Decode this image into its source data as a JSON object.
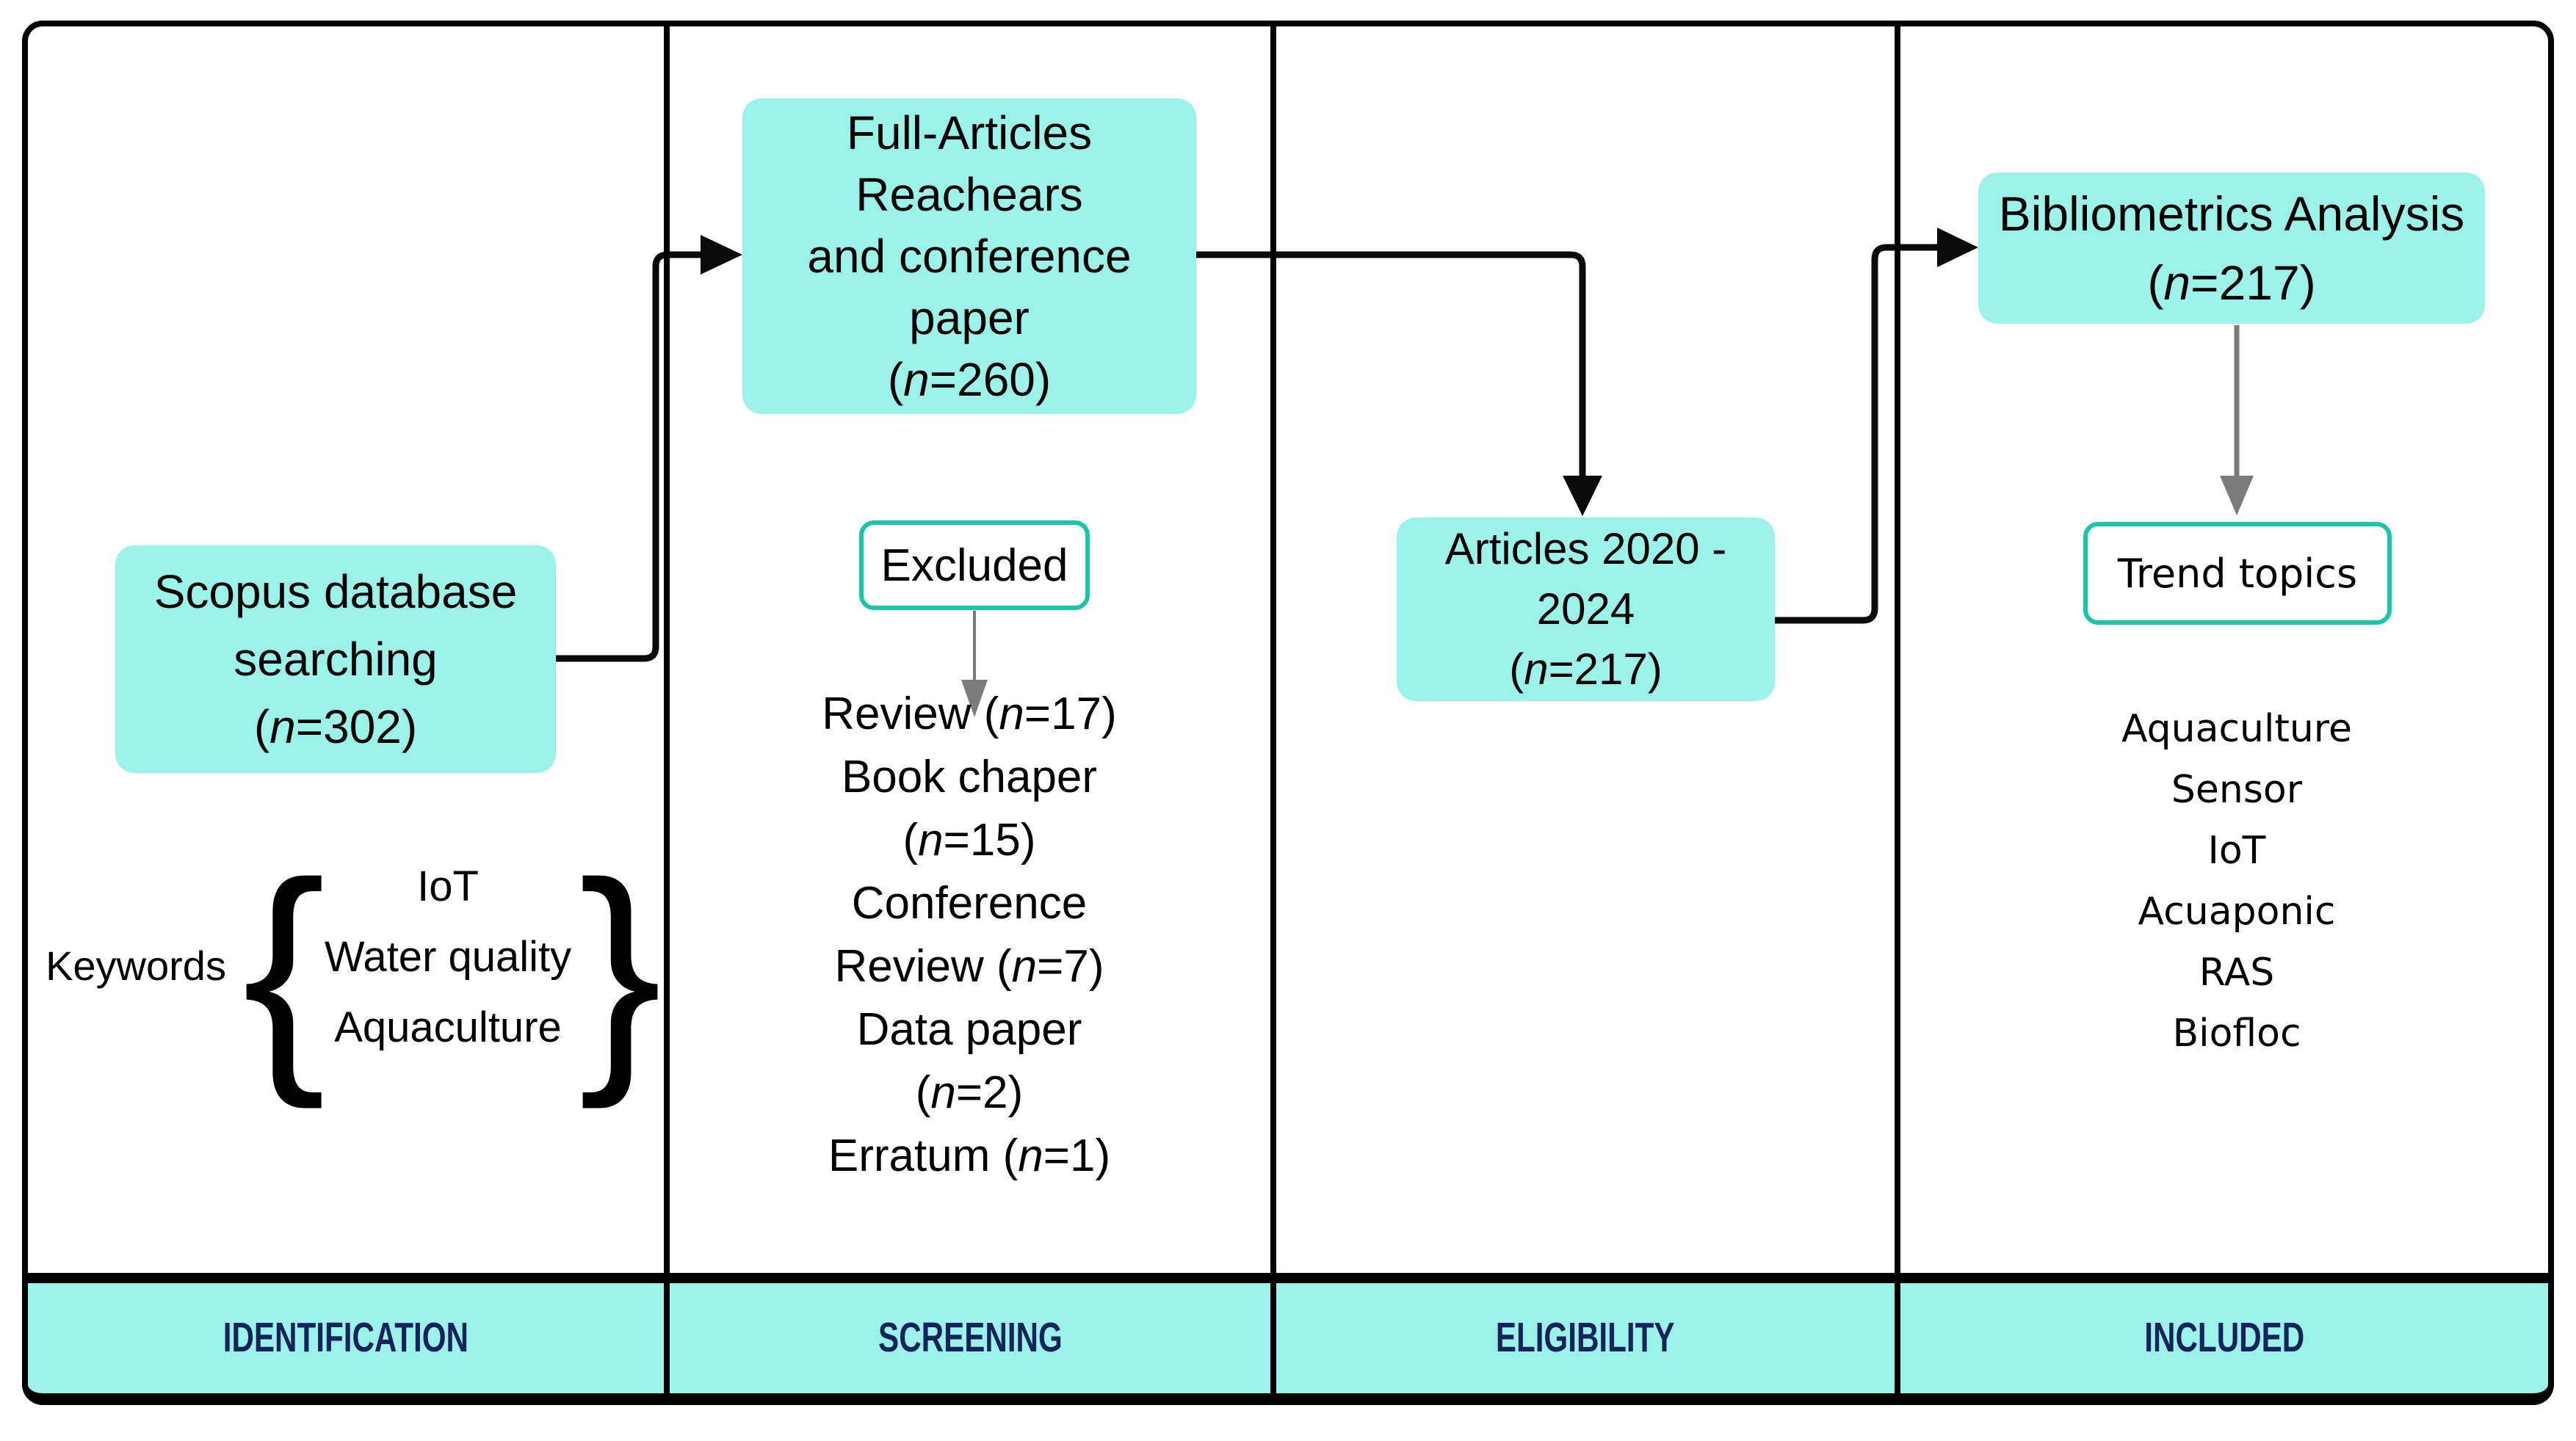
{
  "columns": [
    {
      "label": "IDENTIFICATION"
    },
    {
      "label": "SCREENING"
    },
    {
      "label": "ELIGIBILITY"
    },
    {
      "label": "INCLUDED"
    }
  ],
  "identification": {
    "scopus_box": {
      "lines": [
        "Scopus database",
        "searching"
      ],
      "count": {
        "open": "(",
        "var": "n",
        "rest": "=302)"
      }
    },
    "keywords": {
      "label": "Keywords",
      "items": [
        "IoT",
        "Water quality",
        "Aquaculture"
      ],
      "brace_left": "{",
      "brace_right": "}"
    }
  },
  "screening": {
    "full_articles_box": {
      "lines": [
        "Full-Articles",
        "Reachears",
        "and conference",
        "paper"
      ],
      "count": {
        "open": "(",
        "var": "n",
        "rest": "=260)"
      }
    },
    "excluded_box_label": "Excluded",
    "excluded_items": [
      {
        "b": "Review (",
        "v": "n",
        "a": "=17)"
      },
      {
        "b": "Book chaper"
      },
      {
        "b": "(",
        "v": "n",
        "a": "=15)"
      },
      {
        "b": "Conference"
      },
      {
        "b": "Review (",
        "v": "n",
        "a": "=7)"
      },
      {
        "b": "Data paper"
      },
      {
        "b": "(",
        "v": "n",
        "a": "=2)"
      },
      {
        "b": "Erratum (",
        "v": "n",
        "a": "=1)"
      }
    ]
  },
  "eligibility": {
    "articles_box": {
      "lines": [
        "Articles 2020 -",
        "2024"
      ],
      "count": {
        "open": "(",
        "var": "n",
        "rest": "=217)"
      }
    }
  },
  "included": {
    "biblio_box": {
      "lines": [
        "Bibliometrics Analysis"
      ],
      "count": {
        "open": "(",
        "var": "n",
        "rest": "=217)"
      }
    },
    "trend_box_label": "Trend topics",
    "topics": [
      "Aquaculture",
      "Sensor",
      "IoT",
      "Acuaponic",
      "RAS",
      "Biofloc"
    ]
  },
  "colors": {
    "box_fill": "#9BF2E8",
    "outline_teal": "#17C6A6",
    "label_navy": "#15235B",
    "arrow_black": "#0A0A0A",
    "arrow_gray": "#7B7B7B"
  }
}
